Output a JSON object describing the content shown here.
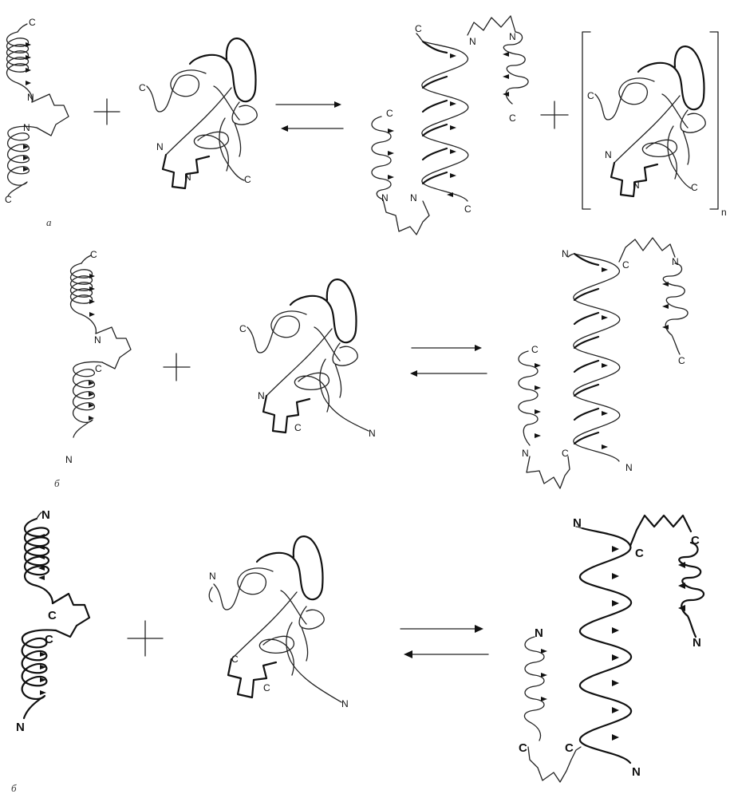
{
  "panels": [
    {
      "label": "a",
      "left_complex": {
        "top_term": "C",
        "link_upper_term": "N",
        "link_lower_term": "N",
        "bottom_term": "C"
      },
      "monomer": {
        "loose_term": "C",
        "link_upper_term": "N",
        "link_lower_term": "N",
        "tail_term": "C"
      },
      "right_complex": {
        "top_left_term": "C",
        "link_top_left": "N",
        "link_top_right": "N",
        "small_bottom": "C",
        "short_top": "C",
        "link_bottom_left": "N",
        "link_bottom_right": "N",
        "long_bottom": "C"
      },
      "bracket_monomer": {
        "loose_term": "C",
        "link_upper_term": "N",
        "link_lower_term": "N",
        "tail_term": "C",
        "subscript": "n"
      },
      "operators": {
        "plus_1": "+",
        "plus_2": "+"
      }
    },
    {
      "label": "б",
      "left_complex": {
        "top_term": "C",
        "link_upper_term": "N",
        "link_lower_term": "C",
        "bottom_term": "N"
      },
      "monomer": {
        "loose_term": "C",
        "link_upper_term": "N",
        "link_lower_term": "C",
        "tail_term": "N"
      },
      "right_complex": {
        "top_left_term": "N",
        "link_top_left": "C",
        "link_top_right": "N",
        "small_bottom": "C",
        "short_top": "C",
        "link_bottom_left": "N",
        "link_bottom_right": "C",
        "long_bottom": "N"
      },
      "operators": {
        "plus_1": "+"
      }
    },
    {
      "label": "б",
      "left_complex": {
        "top_term": "N",
        "link_upper_term": "C",
        "link_lower_term": "C",
        "bottom_term": "N"
      },
      "monomer": {
        "loose_term": "N",
        "link_upper_term": "C",
        "link_lower_term": "C",
        "tail_term": "N"
      },
      "right_complex": {
        "top_left_term": "N",
        "link_top_left": "C",
        "link_top_right": "C",
        "small_bottom": "N",
        "short_top": "N",
        "link_bottom_left": "C",
        "link_bottom_right": "C",
        "long_bottom": "N"
      },
      "operators": {
        "plus_1": "+"
      }
    }
  ]
}
